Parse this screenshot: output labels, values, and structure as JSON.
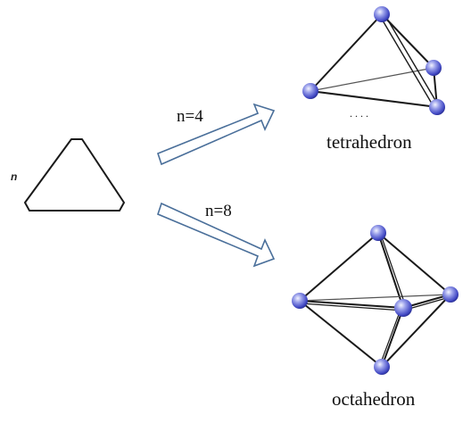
{
  "labels": {
    "n": "n",
    "n4": "n=4",
    "n8": "n=8",
    "tetrahedron": "tetrahedron",
    "octahedron": "octahedron",
    "dots": ". . . ."
  },
  "colors": {
    "line": "#1a1a1a",
    "arrow_stroke": "#4a6f9a",
    "ball_light": "#eef0ff",
    "ball_mid": "#7f86e0",
    "ball_dark": "#2a2f9a"
  }
}
